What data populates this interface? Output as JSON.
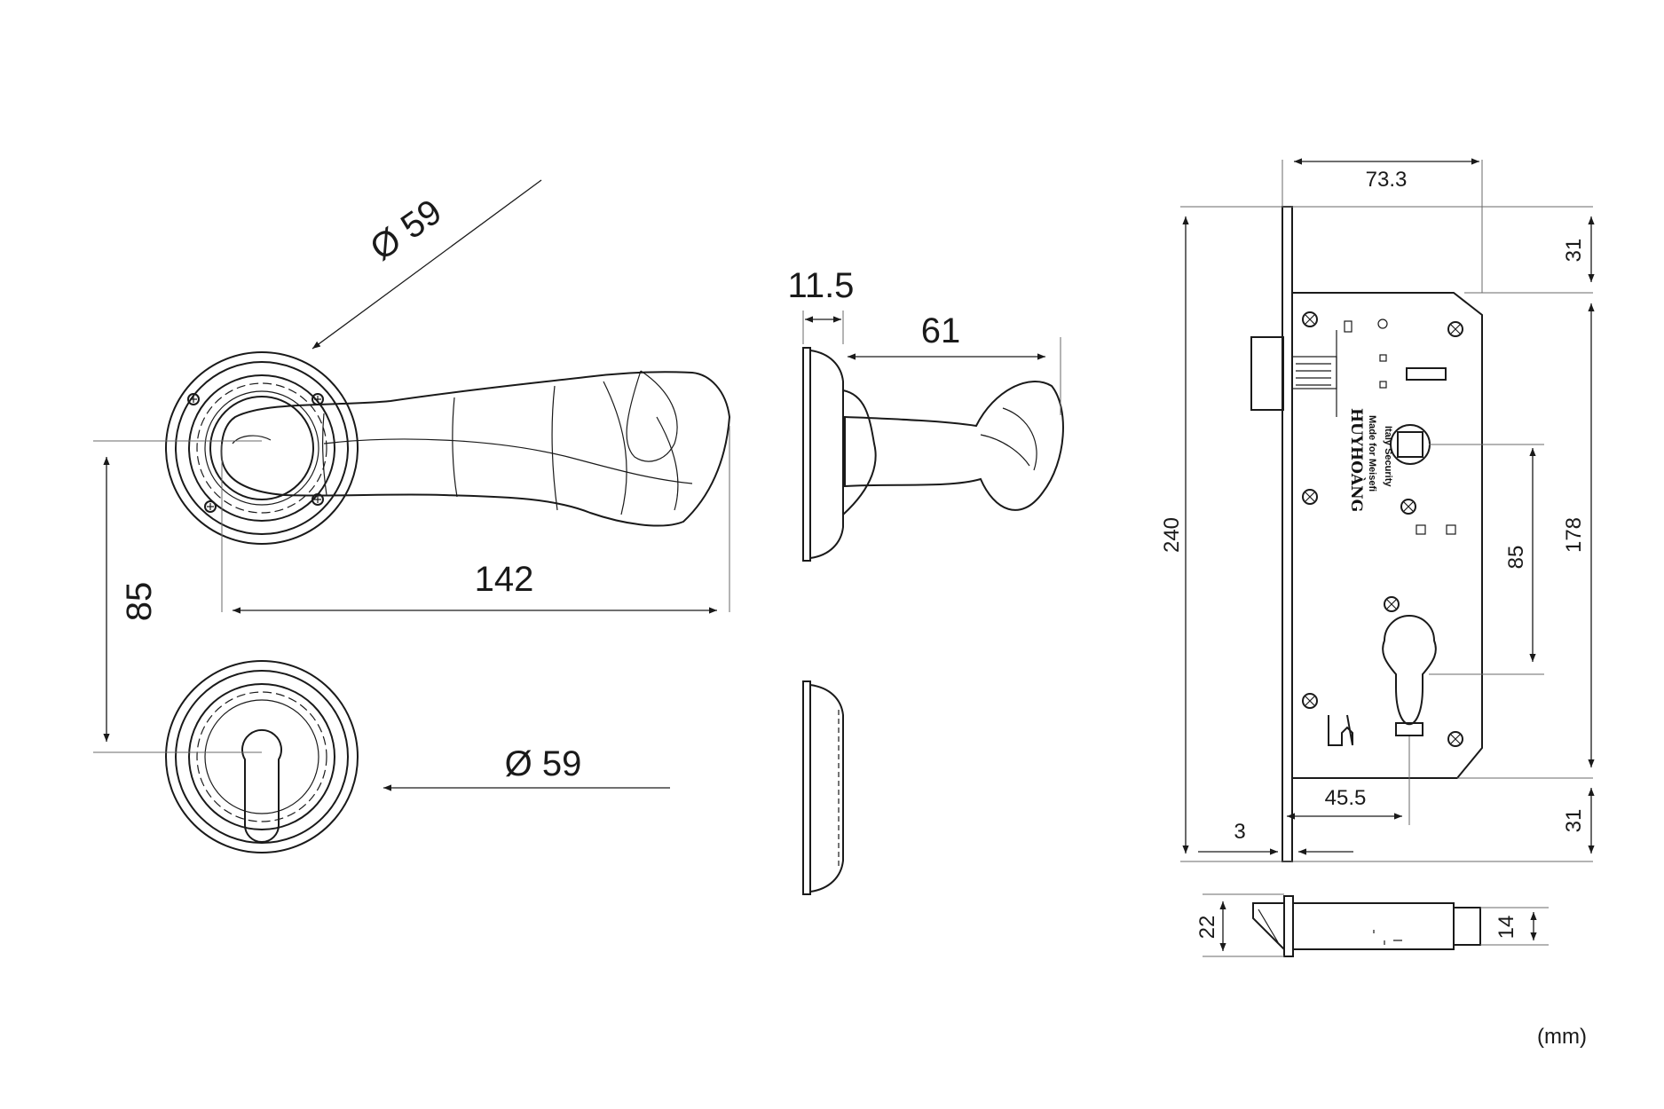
{
  "dimensions": {
    "rose_diameter_top": "Ø 59",
    "rose_diameter_bottom": "Ø 59",
    "lever_length": "142",
    "center_distance_left": "85",
    "rose_thickness": "11.5",
    "lever_projection": "61",
    "lock_width": "73.3",
    "lock_height": "240",
    "faceplate_top_offset": "31",
    "faceplate_bottom_offset": "31",
    "case_height": "178",
    "center_distance_right": "85",
    "backset": "45.5",
    "faceplate_thickness": "3",
    "faceplate_width": "22",
    "latch_width": "14"
  },
  "lock_body": {
    "brand": "HUYHOÀNG",
    "line1": "Made for Meisefi",
    "line2": "Italy Security"
  },
  "unit_label": "(mm)"
}
